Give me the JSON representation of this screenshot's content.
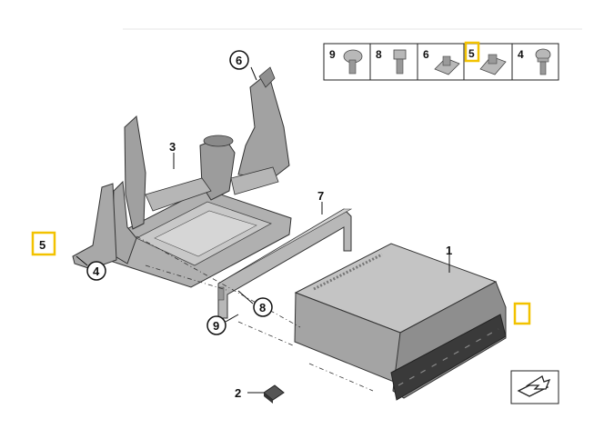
{
  "callouts": {
    "c1": "1",
    "c2": "2",
    "c3": "3",
    "c4": "4",
    "c5": "5",
    "c6": "6",
    "c7": "7",
    "c8": "8",
    "c9": "9"
  },
  "legend": {
    "items": [
      {
        "num": "9",
        "icon": "screw-icon"
      },
      {
        "num": "8",
        "icon": "bolt-icon"
      },
      {
        "num": "6",
        "icon": "clip-nut-icon"
      },
      {
        "num": "5",
        "icon": "spring-nut-icon"
      },
      {
        "num": "4",
        "icon": "flange-screw-icon"
      }
    ]
  },
  "colors": {
    "highlight": "#f2c200",
    "part_fill": "#a9a9a9",
    "line": "#222222"
  }
}
